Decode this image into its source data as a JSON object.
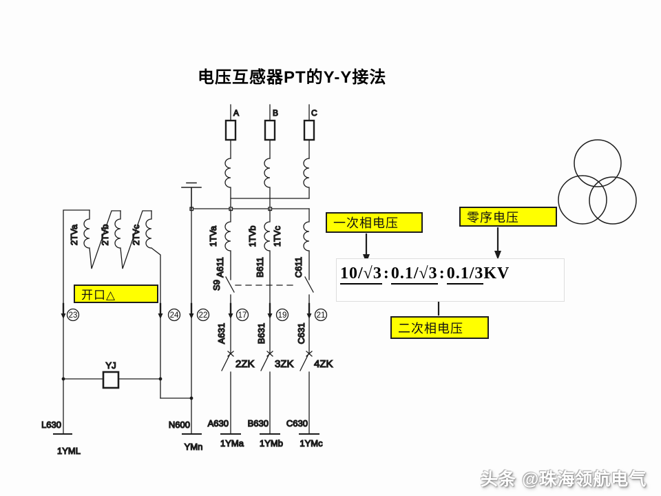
{
  "title": "电压互感器PT的Y-Y接法",
  "watermark": "头条 @珠海领航电气",
  "phases": {
    "a": "A",
    "b": "B",
    "c": "C"
  },
  "callouts": {
    "primary_phase_voltage": "一次相电压",
    "zero_sequence_voltage": "零序电压",
    "secondary_phase_voltage": "二次相电压",
    "open_delta": "开口△"
  },
  "ratio": {
    "primary": "10/√3",
    "secondary": "0.1/√3",
    "residual": "0.1/3",
    "unit": "KV",
    "sep": ":"
  },
  "windings": {
    "secondary": {
      "a": "1TVa",
      "b": "1TVb",
      "c": "1TVc"
    },
    "open_delta": {
      "a": "2TVa",
      "b": "2TVb",
      "c": "2TVc"
    }
  },
  "wires": {
    "top": {
      "a": "A611",
      "b": "B611",
      "c": "C611"
    },
    "mid": {
      "a": "A631",
      "b": "B631",
      "c": "C631"
    },
    "bottom": {
      "a": "A630",
      "b": "B630",
      "c": "C630"
    },
    "open_delta_end": "L630",
    "neutral": "N600"
  },
  "busbars": {
    "open_delta": "1YML",
    "neutral": "YMn",
    "a": "1YMa",
    "b": "1YMb",
    "c": "1YMc"
  },
  "switches": {
    "linkage": "S9",
    "a": "2ZK",
    "b": "3ZK",
    "c": "4ZK"
  },
  "relay": {
    "label": "YJ"
  },
  "terminal_numbers": {
    "t23": "23",
    "t24": "24",
    "t22": "22",
    "t17": "17",
    "t19": "19",
    "t21": "21"
  },
  "colors": {
    "highlight": "#ffff00",
    "line": "#1c1c1c"
  }
}
